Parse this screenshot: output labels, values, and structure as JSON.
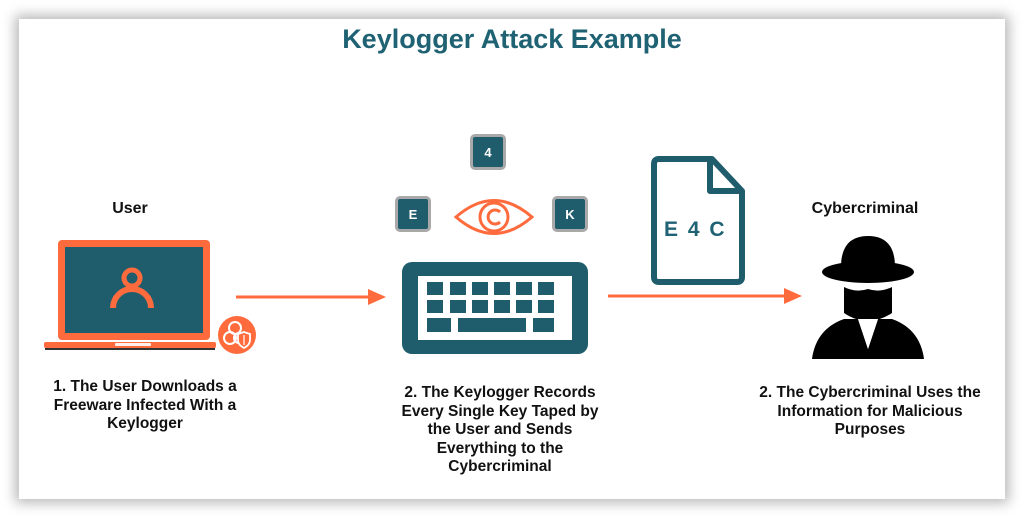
{
  "title": "Keylogger Attack Example",
  "colors": {
    "accent": "#ff6b3d",
    "teal": "#1f5d6d",
    "title": "#1f6273",
    "text": "#111111"
  },
  "user": {
    "label": "User",
    "caption_lines": [
      "1. The User Downloads a",
      "Freeware Infected With a",
      "Keylogger"
    ],
    "icons": [
      "laptop-icon",
      "user-icon",
      "biohazard-shield-icon"
    ]
  },
  "keylogger": {
    "keys": [
      "4",
      "E",
      "K"
    ],
    "caption_lines": [
      "2. The Keylogger Records",
      "Every Single Key Taped by",
      "the User and Sends",
      "Everything to the",
      "Cybercriminal"
    ],
    "icons": [
      "eye-icon",
      "keyboard-icon"
    ]
  },
  "document": {
    "text": "E 4 C",
    "icon": "document-icon"
  },
  "cybercriminal": {
    "label": "Cybercriminal",
    "caption_lines": [
      "2. The Cybercriminal Uses the",
      "Information for Malicious",
      "Purposes"
    ],
    "icon": "hacker-icon"
  }
}
